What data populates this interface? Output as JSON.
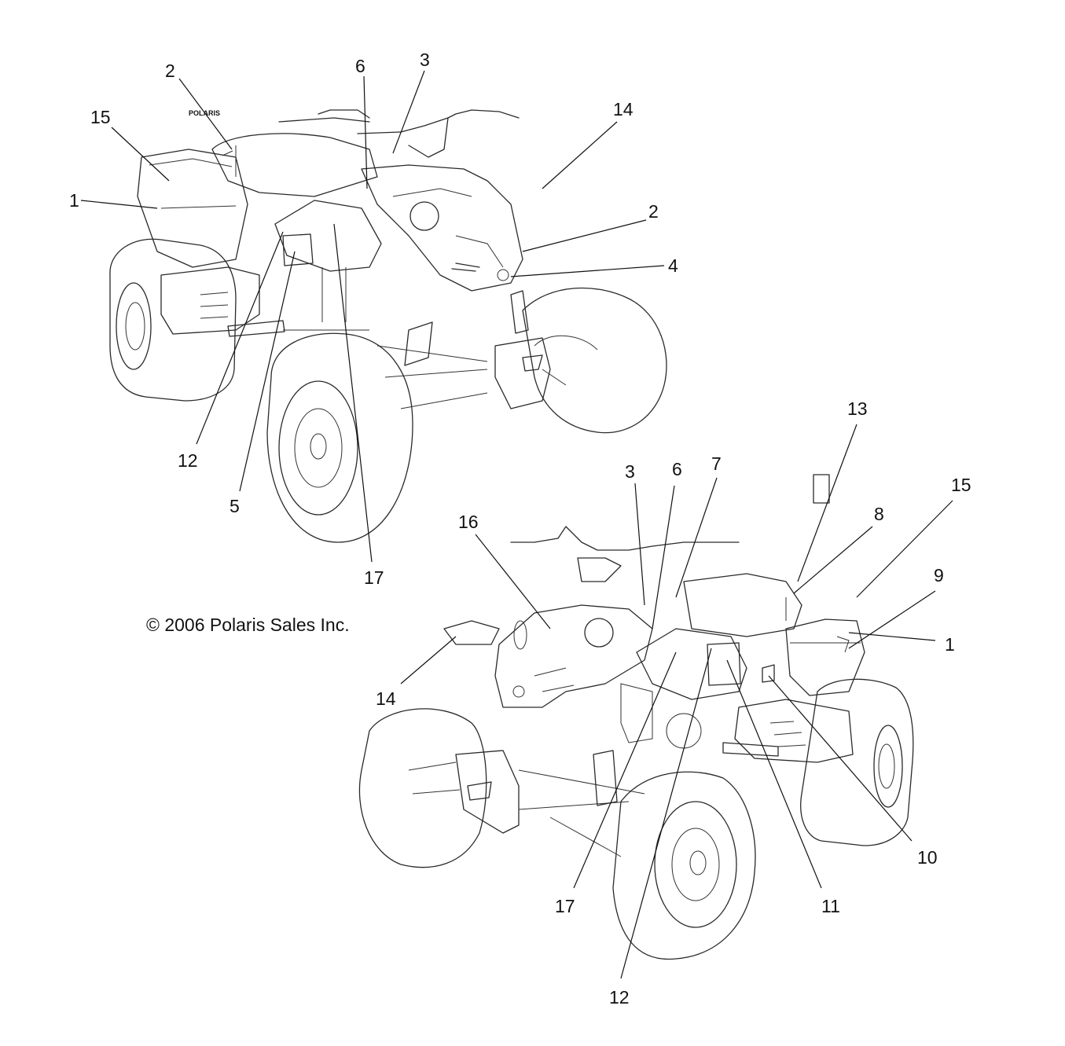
{
  "copyright": "© 2006 Polaris Sales Inc.",
  "badge_text": "POLARIS",
  "callouts_top": [
    "2",
    "6",
    "3",
    "15",
    "14",
    "1",
    "2",
    "4",
    "12",
    "5",
    "17"
  ],
  "callouts_bottom": [
    "13",
    "3",
    "6",
    "7",
    "15",
    "16",
    "8",
    "9",
    "1",
    "14",
    "10",
    "17",
    "11",
    "12"
  ]
}
